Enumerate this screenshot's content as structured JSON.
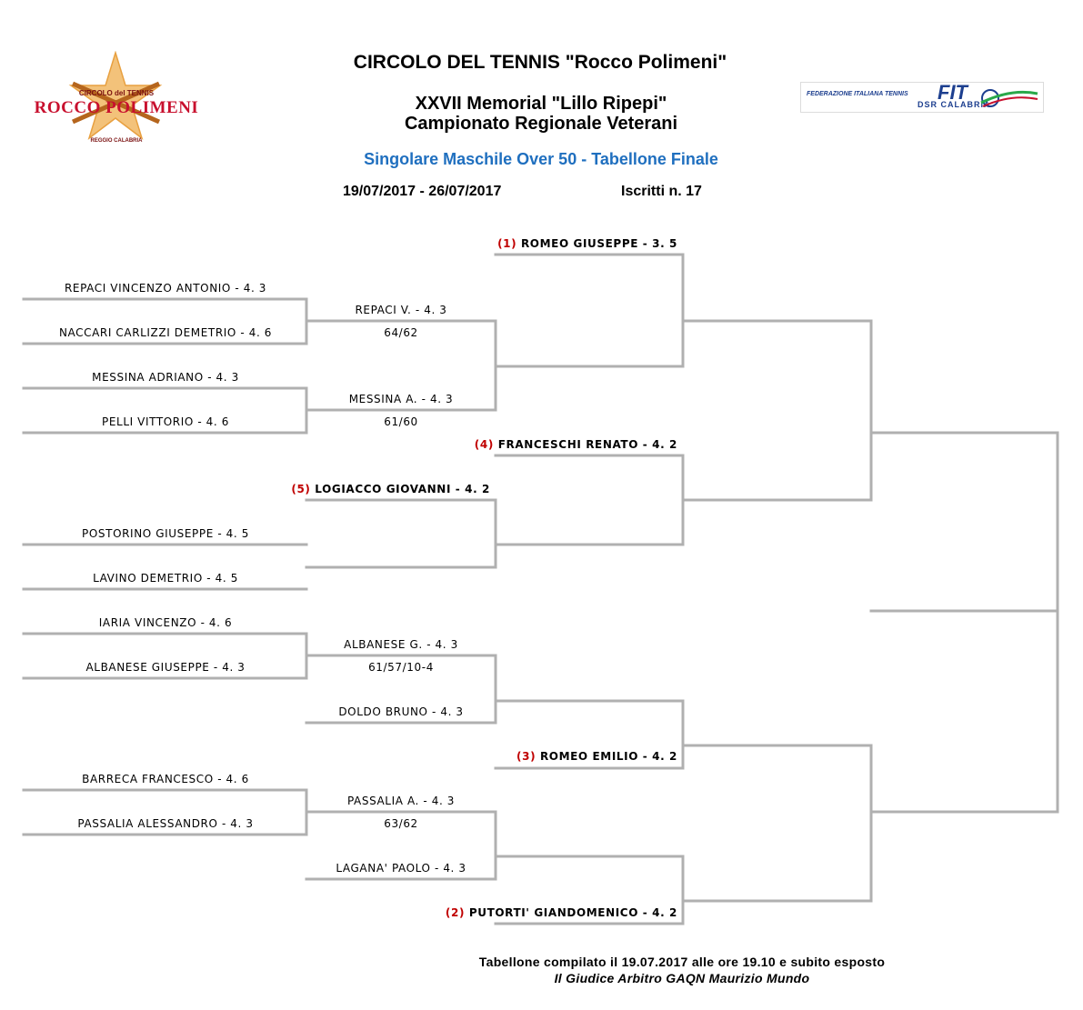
{
  "header": {
    "club": "CIRCOLO DEL TENNIS \"Rocco Polimeni\"",
    "memorial": "XXVII Memorial \"Lillo Ripepi\"",
    "championship": "Campionato Regionale Veterani",
    "event": "Singolare Maschile Over 50 - Tabellone Finale",
    "dates": "19/07/2017 - 26/07/2017",
    "entries": "Iscritti n. 17"
  },
  "logos": {
    "left_line1": "CIRCOLO del TENNIS",
    "left_line2": "ROCCO POLIMENI",
    "left_line3": "REGGIO CALABRIA",
    "right_line1": "FEDERAZIONE ITALIANA TENNIS",
    "right_brand": "FIT",
    "right_line2": "DSR CALABRIA"
  },
  "colors": {
    "line": "#b0b0b0",
    "seed": "#c00000",
    "event_title": "#1f6fbf",
    "logo_red": "#c8102e",
    "logo_gold": "#e8a040"
  },
  "bracket": {
    "first_round": [
      {
        "name": "REPACI VINCENZO ANTONIO - 4. 3"
      },
      {
        "name": "NACCARI CARLIZZI DEMETRIO - 4. 6"
      },
      {
        "name": "MESSINA ADRIANO - 4. 3"
      },
      {
        "name": "PELLI VITTORIO - 4. 6"
      },
      {
        "name": "POSTORINO GIUSEPPE - 4. 5"
      },
      {
        "name": "LAVINO DEMETRIO - 4. 5"
      },
      {
        "name": "IARIA VINCENZO - 4. 6"
      },
      {
        "name": "ALBANESE GIUSEPPE - 4. 3"
      },
      {
        "name": "BARRECA FRANCESCO - 4. 6"
      },
      {
        "name": "PASSALIA ALESSANDRO - 4. 3"
      }
    ],
    "second_round": [
      {
        "name": "REPACI V. - 4. 3",
        "score": "64/62"
      },
      {
        "name": "MESSINA A. - 4. 3",
        "score": "61/60"
      },
      {
        "seed": "(5)",
        "name": "LOGIACCO GIOVANNI - 4. 2"
      },
      {
        "name": "ALBANESE G. - 4. 3",
        "score": "61/57/10-4"
      },
      {
        "name": "DOLDO BRUNO - 4. 3"
      },
      {
        "name": "PASSALIA A. - 4. 3",
        "score": "63/62"
      },
      {
        "name": "LAGANA' PAOLO - 4. 3"
      }
    ],
    "third_round": [
      {
        "seed": "(1)",
        "name": "ROMEO GIUSEPPE - 3. 5"
      },
      {
        "seed": "(4)",
        "name": "FRANCESCHI RENATO - 4. 2"
      },
      {
        "seed": "(3)",
        "name": "ROMEO EMILIO - 4. 2"
      },
      {
        "seed": "(2)",
        "name": "PUTORTI' GIANDOMENICO - 4. 2"
      }
    ]
  },
  "footer": {
    "line1": "Tabellone compilato il 19.07.2017 alle ore 19.10 e subito esposto",
    "line2": "Il Giudice Arbitro GAQN Maurizio Mundo"
  }
}
